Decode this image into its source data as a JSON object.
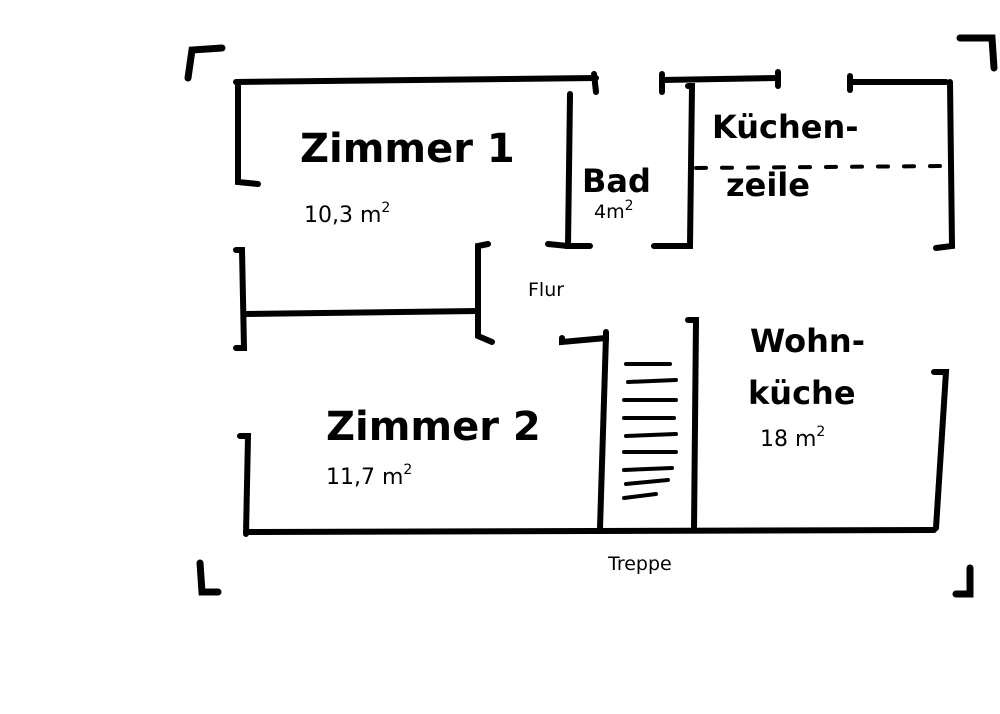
{
  "rooms": {
    "zimmer1": {
      "name": "Zimmer 1",
      "area": "10,3 m",
      "unit_exp": "2"
    },
    "bad": {
      "name": "Bad",
      "area": "4m",
      "unit_exp": "2"
    },
    "kuechenzeile": {
      "name_line1": "Küchen-",
      "name_line2": "zeile"
    },
    "zimmer2": {
      "name": "Zimmer 2",
      "area": "11,7 m",
      "unit_exp": "2"
    },
    "wohnkueche": {
      "name_line1": "Wohn-",
      "name_line2": "küche",
      "area": "18 m",
      "unit_exp": "2"
    },
    "flur": {
      "name": "Flur"
    },
    "treppe": {
      "name": "Treppe"
    }
  }
}
